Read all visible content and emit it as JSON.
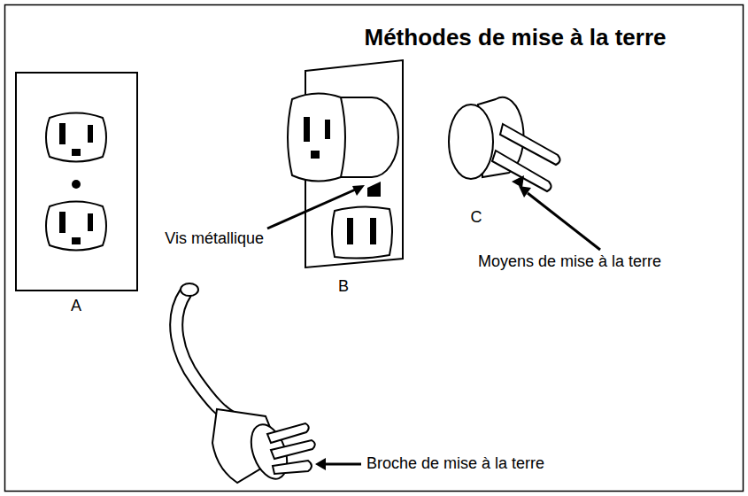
{
  "diagram": {
    "title": "Méthodes de mise à la terre",
    "labels": [
      "Vis métallique",
      "B",
      "Moyens de mise à la terre",
      "C",
      "A",
      "Broche de mise à la terre"
    ]
  }
}
